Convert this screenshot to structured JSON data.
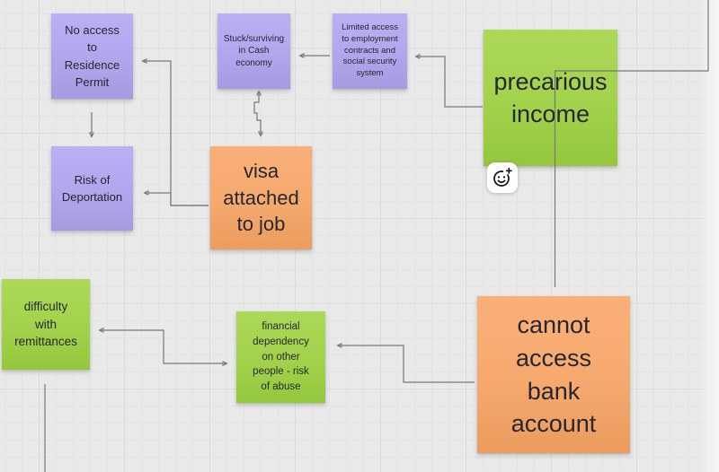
{
  "app": {
    "type": "whiteboard-canvas"
  },
  "palette": {
    "background": "#e9e9e9",
    "grid_minor": "#e3e3e3",
    "grid_major": "#dcdcdc",
    "frame_edge": "#f3f3f3",
    "note_purple": "#b2a5ec",
    "note_green": "#a2d24b",
    "note_orange": "#f5a96e",
    "connector": "#787878",
    "note_text": "#26262e"
  },
  "notes": {
    "no_access": {
      "text": "No access\nto\nResidence\nPermit",
      "color": "purple"
    },
    "stuck_cash": {
      "text": "Stuck/surviving\nin Cash\neconomy",
      "color": "purple"
    },
    "limited_access": {
      "text": "Limited access\nto employment\ncontracts and\nsocial security\nsystem",
      "color": "purple"
    },
    "precarious_income": {
      "text": "precarious\nincome",
      "color": "green"
    },
    "risk_deportation": {
      "text": "Risk of\nDeportation",
      "color": "purple"
    },
    "visa_job": {
      "text": "visa\nattached\nto job",
      "color": "orange"
    },
    "difficulty_remittances": {
      "text": "difficulty\nwith\nremittances",
      "color": "green"
    },
    "financial_dependency": {
      "text": "financial\ndependency\non other\npeople - risk\nof abuse",
      "color": "green"
    },
    "cannot_bank": {
      "text": "cannot\naccess\nbank\naccount",
      "color": "orange"
    }
  },
  "reaction_button": {
    "icon": "add-reaction-smiley-icon"
  }
}
